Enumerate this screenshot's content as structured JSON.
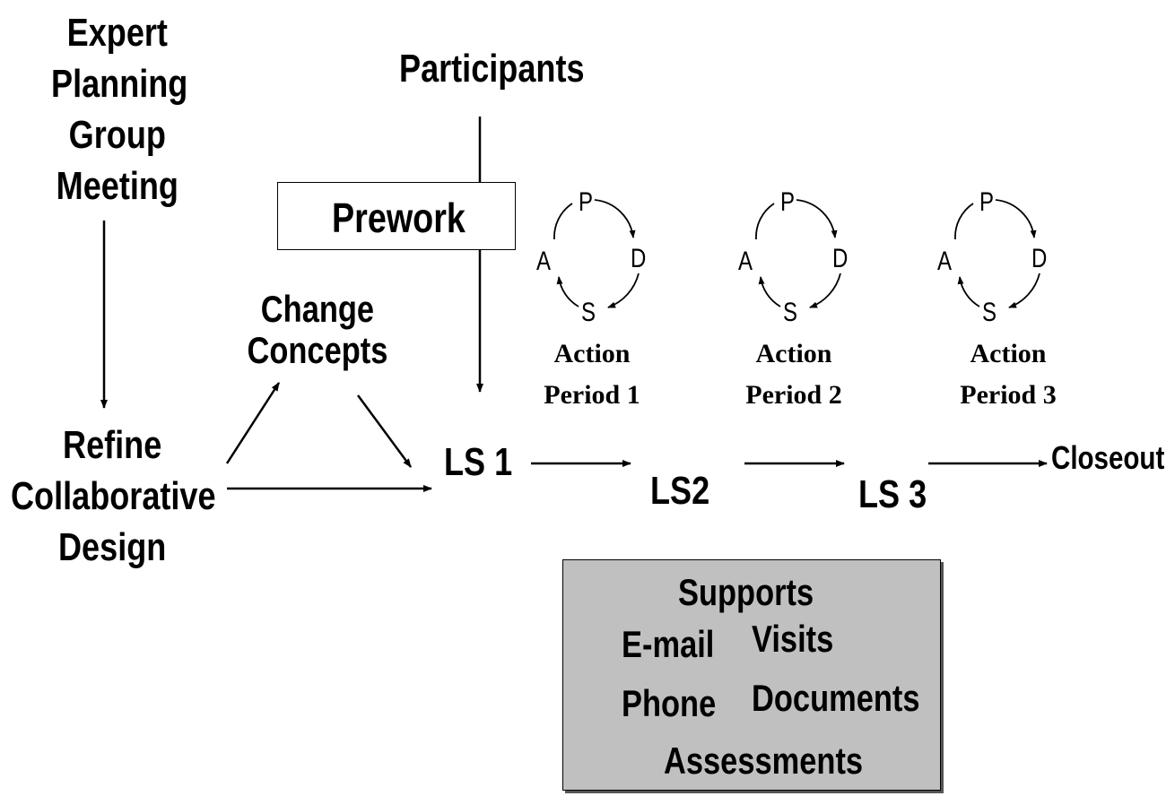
{
  "planning": {
    "lines": [
      "Expert",
      "Planning",
      "Group",
      "Meeting"
    ]
  },
  "participants": "Participants",
  "prework": "Prework",
  "change_concepts": {
    "lines": [
      "Change",
      "Concepts"
    ]
  },
  "refine": {
    "lines": [
      "Refine",
      "Collaborative",
      "Design"
    ]
  },
  "sessions": {
    "ls1": "LS 1",
    "ls2": "LS2",
    "ls3": "LS 3",
    "closeout": "Closeout"
  },
  "cycle_letters": {
    "plan": "P",
    "do": "D",
    "study": "S",
    "act": "A"
  },
  "action_periods": [
    {
      "line1": "Action",
      "line2": "Period 1"
    },
    {
      "line1": "Action",
      "line2": "Period 2"
    },
    {
      "line1": "Action",
      "line2": "Period 3"
    }
  ],
  "supports": {
    "title": "Supports",
    "email": "E-mail",
    "visits": "Visits",
    "phone": "Phone",
    "documents": "Documents",
    "assessments": "Assessments"
  }
}
